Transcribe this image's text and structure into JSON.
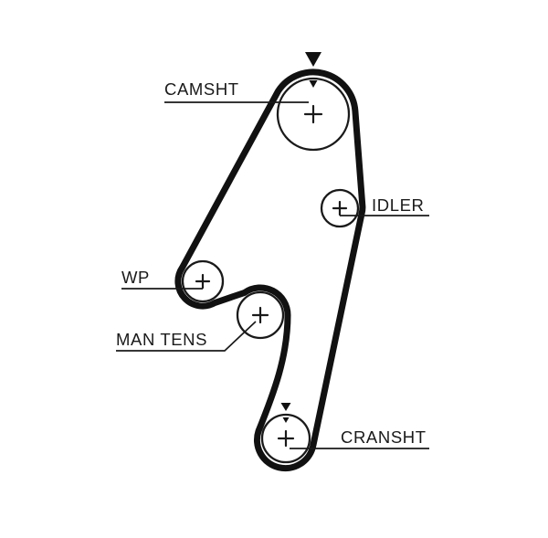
{
  "diagram": {
    "type": "timing-belt-routing-diagram",
    "labels": {
      "camshaft": "CAMSHT",
      "idler": "IDLER",
      "water_pump": "WP",
      "manual_tensioner": "MAN TENS",
      "crankshaft": "CRANSHT"
    },
    "colors": {
      "belt": "#111111",
      "line": "#1a1a1a",
      "background": "#ffffff"
    }
  }
}
